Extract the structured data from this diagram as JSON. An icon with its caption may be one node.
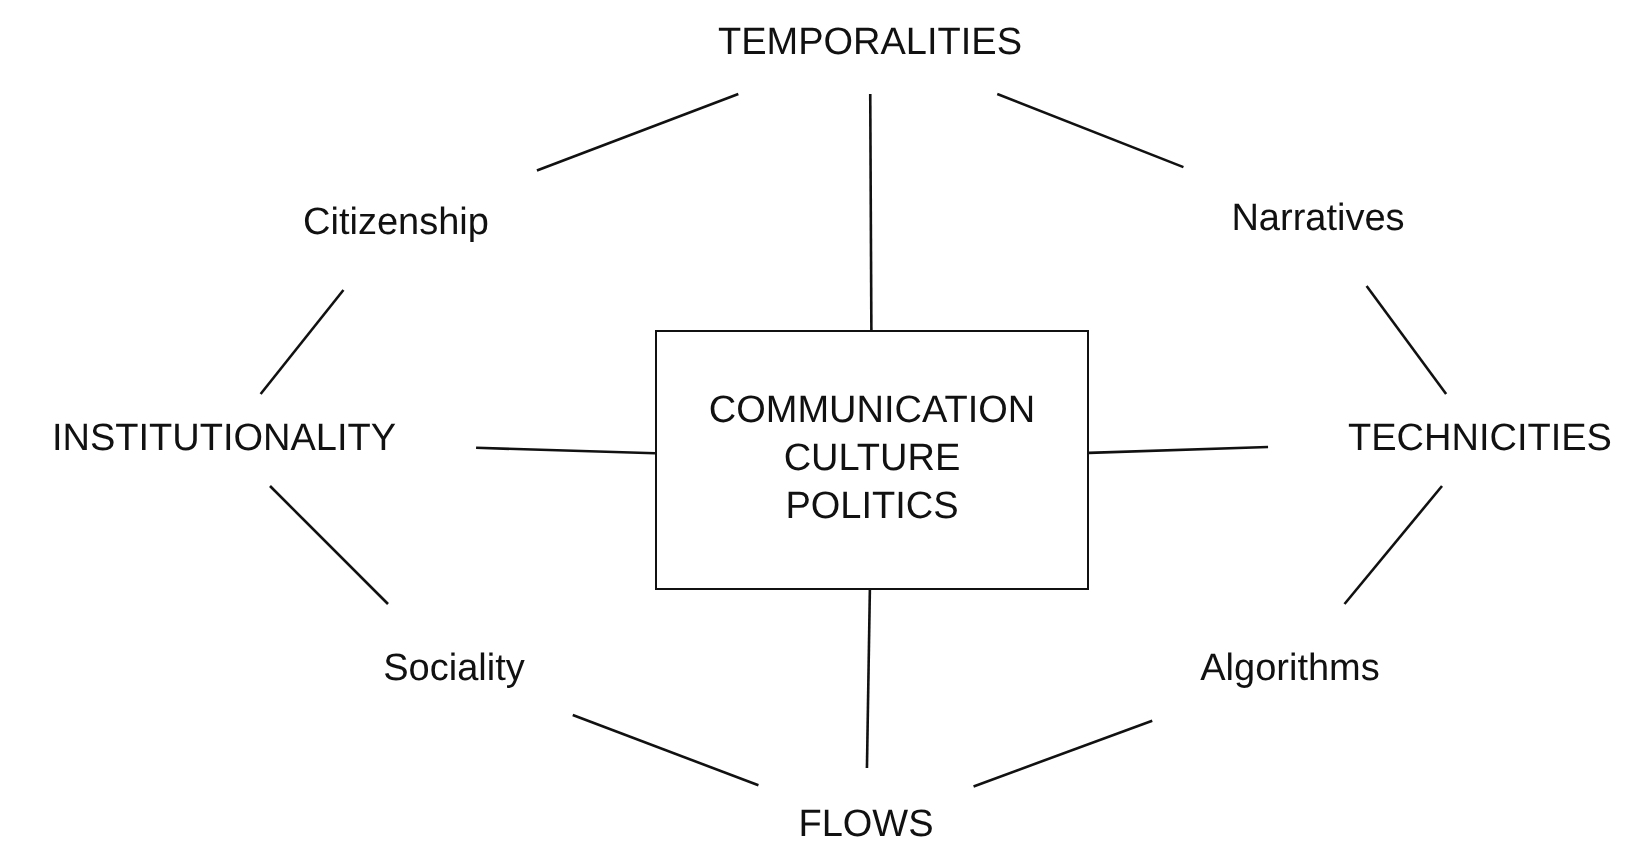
{
  "diagram": {
    "nodes": [
      {
        "text": [
          "COMMUNICATION",
          "CULTURE",
          "POLITICS"
        ]
      },
      {
        "text": [
          "TEMPORALITIES"
        ]
      },
      {
        "text": [
          "Citizenship"
        ]
      },
      {
        "text": [
          "Narratives"
        ]
      },
      {
        "text": [
          "INSTITUTIONALITY"
        ]
      },
      {
        "text": [
          "TECHNICITIES"
        ]
      },
      {
        "text": [
          "Sociality"
        ]
      },
      {
        "text": [
          "Algorithms"
        ]
      },
      {
        "text": [
          "FLOWS"
        ]
      }
    ],
    "edges": [
      {
        "from": 1,
        "to": 0,
        "arrow": "none"
      },
      {
        "from": 4,
        "to": 0,
        "arrow": "none"
      },
      {
        "from": 0,
        "to": 5,
        "arrow": "none"
      },
      {
        "from": 0,
        "to": 8,
        "arrow": "none"
      },
      {
        "from": 1,
        "to": 2,
        "arrow": "none"
      },
      {
        "from": 2,
        "to": 4,
        "arrow": "none"
      },
      {
        "from": 4,
        "to": 6,
        "arrow": "none"
      },
      {
        "from": 6,
        "to": 8,
        "arrow": "none"
      },
      {
        "from": 8,
        "to": 7,
        "arrow": "none"
      },
      {
        "from": 7,
        "to": 5,
        "arrow": "none"
      },
      {
        "from": 5,
        "to": 3,
        "arrow": "none"
      },
      {
        "from": 3,
        "to": 1,
        "arrow": "none"
      }
    ]
  }
}
